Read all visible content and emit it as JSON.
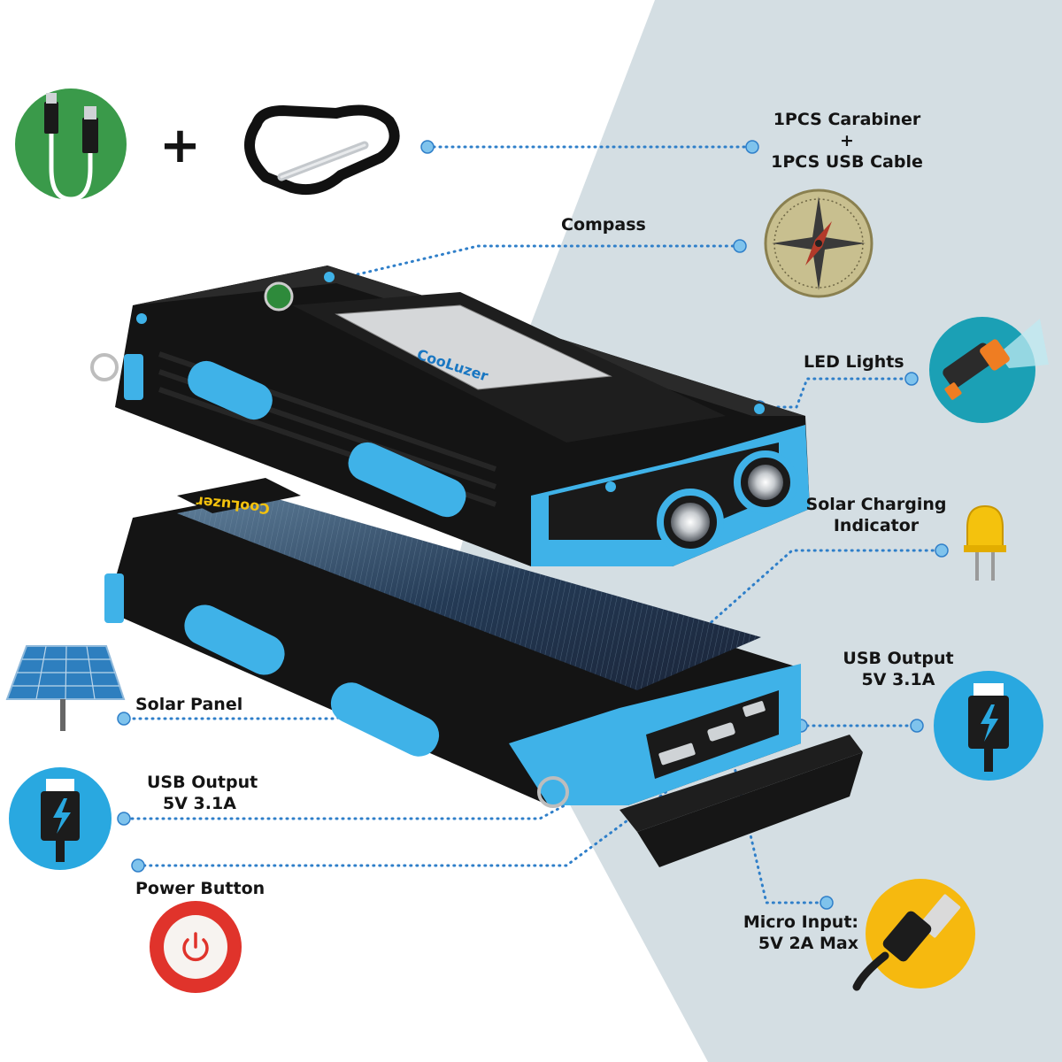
{
  "labels": {
    "accessories": [
      "1PCS Carabiner",
      "+",
      "1PCS USB Cable"
    ],
    "plus_sign": "+",
    "compass": "Compass",
    "led_lights": "LED Lights",
    "solar_indicator": [
      "Solar Charging",
      "Indicator"
    ],
    "usb_output_right": [
      "USB Output",
      "5V 3.1A"
    ],
    "solar_panel": "Solar Panel",
    "usb_output_left": [
      "USB Output",
      "5V 3.1A"
    ],
    "power_button": "Power Button",
    "micro_input": [
      "Micro Input:",
      "5V 2A Max"
    ]
  },
  "device": {
    "brand": "CooLuzer"
  },
  "colors": {
    "accent_blue": "#3fb2e8",
    "device_black": "#141414",
    "background_panel": "#d4dee3",
    "cable_green": "#3a9a4a",
    "flashlight_teal": "#1ba0b5",
    "led_yellow": "#f4c20d",
    "usb_icon_blue": "#29a8e0",
    "power_red": "#e0332b",
    "micro_icon_yellow": "#f6b90f",
    "dot_color": "#2f7fc9"
  },
  "icons": [
    "usb-cable-icon",
    "carabiner-icon",
    "compass-icon",
    "flashlight-icon",
    "led-bulb-icon",
    "usb-output-icon",
    "solar-panel-icon",
    "power-button-icon",
    "micro-usb-icon"
  ]
}
